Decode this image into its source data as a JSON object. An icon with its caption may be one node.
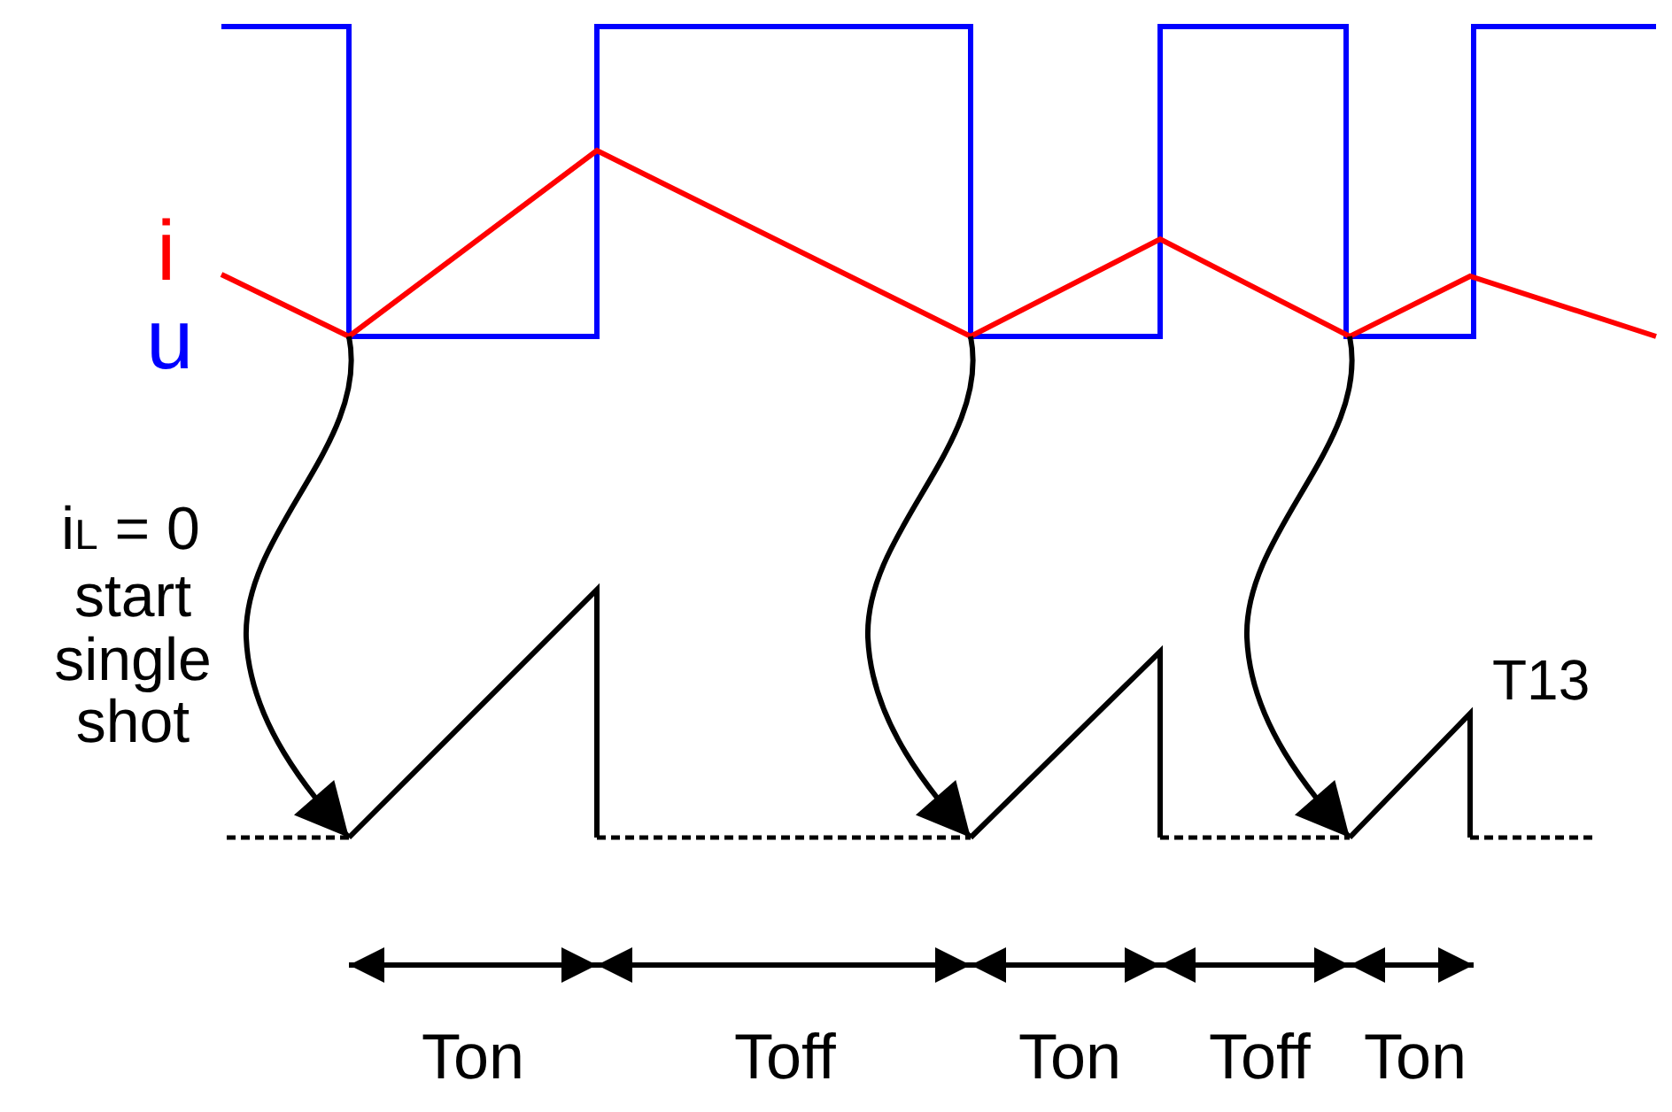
{
  "diagram": {
    "labels": [
      "i",
      "u",
      "i$_{L}$ = 0",
      "start single shot",
      "T13",
      "Ton",
      "Toff",
      "Ton",
      "Toff",
      "Ton"
    ]
  }
}
